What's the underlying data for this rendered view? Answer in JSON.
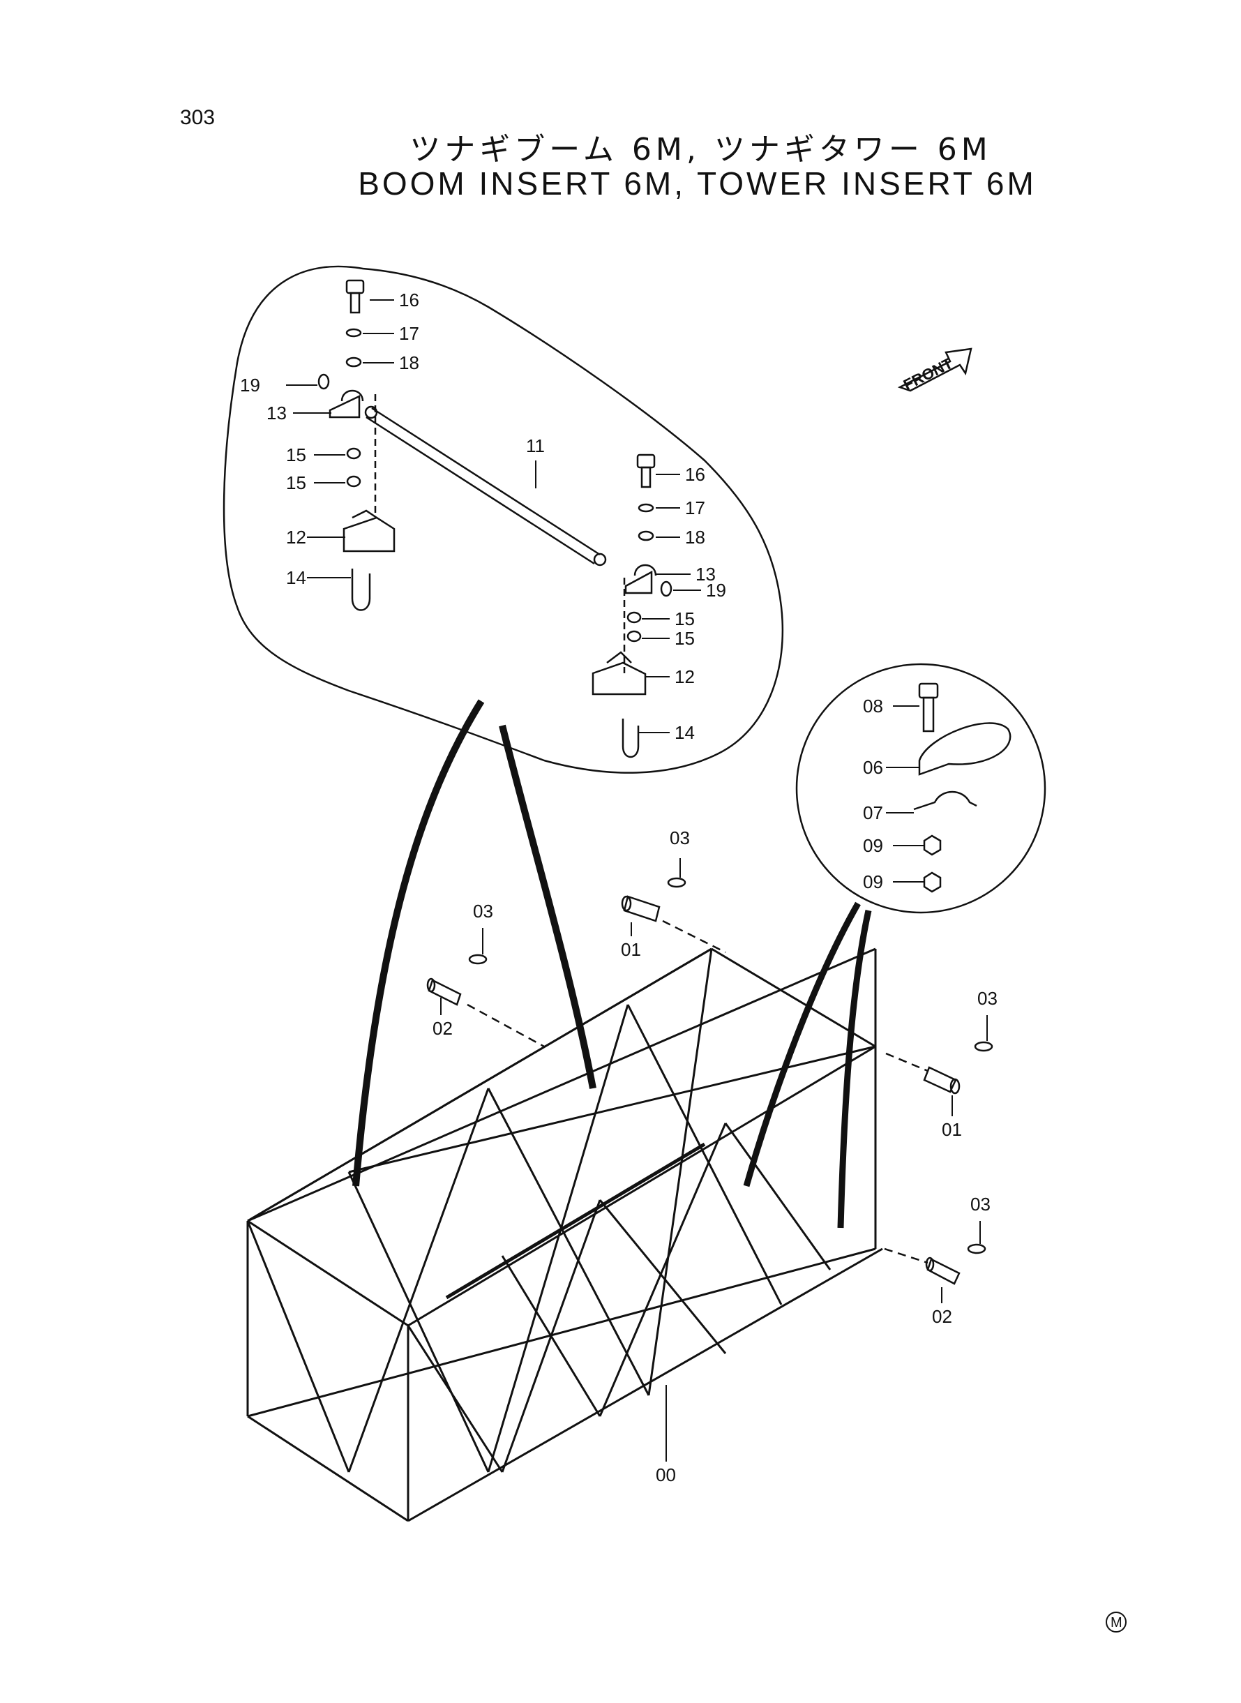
{
  "header": {
    "page_number": "303",
    "title_jp": "ツナギブーム 6M, ツナギタワー 6M",
    "title_en": "BOOM INSERT 6M, TOWER INSERT 6M"
  },
  "front_arrow": {
    "text": "FRONT"
  },
  "footer_mark": {
    "text": "M"
  },
  "callouts": {
    "d1_16": "16",
    "d1_17": "17",
    "d1_18": "18",
    "d1_19": "19",
    "d1_13": "13",
    "d1_15a": "15",
    "d1_15b": "15",
    "d1_12": "12",
    "d1_14": "14",
    "d1_11": "11",
    "d2_16": "16",
    "d2_17": "17",
    "d2_18": "18",
    "d2_13": "13",
    "d2_19": "19",
    "d2_15a": "15",
    "d2_15b": "15",
    "d2_12": "12",
    "d2_14": "14",
    "d3_08": "08",
    "d3_06": "06",
    "d3_07": "07",
    "d3_09a": "09",
    "d3_09b": "09",
    "m_03a": "03",
    "m_01a": "01",
    "m_03b": "03",
    "m_02a": "02",
    "m_03c": "03",
    "m_01b": "01",
    "m_03d": "03",
    "m_02b": "02",
    "m_00": "00"
  }
}
